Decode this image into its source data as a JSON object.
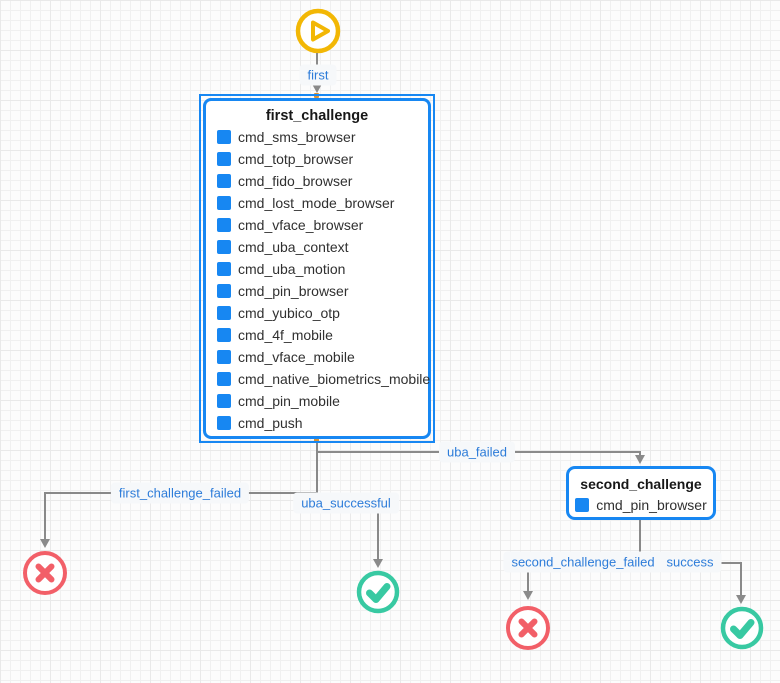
{
  "diagram": {
    "start": {
      "icon": "play-circle-icon",
      "edge_label": "first"
    },
    "nodes": {
      "first_challenge": {
        "title": "first_challenge",
        "selected": true,
        "items": [
          "cmd_sms_browser",
          "cmd_totp_browser",
          "cmd_fido_browser",
          "cmd_lost_mode_browser",
          "cmd_vface_browser",
          "cmd_uba_context",
          "cmd_uba_motion",
          "cmd_pin_browser",
          "cmd_yubico_otp",
          "cmd_4f_mobile",
          "cmd_vface_mobile",
          "cmd_native_biometrics_mobile",
          "cmd_pin_mobile",
          "cmd_push"
        ]
      },
      "second_challenge": {
        "title": "second_challenge",
        "selected": false,
        "items": [
          "cmd_pin_browser"
        ]
      }
    },
    "edge_labels": {
      "first": "first",
      "uba_failed": "uba_failed",
      "uba_successful": "uba_successful",
      "first_challenge_failed": "first_challenge_failed",
      "second_challenge_failed": "second_challenge_failed",
      "success": "success"
    },
    "terminals": {
      "failure_icon": "x-circle",
      "success_icon": "check-circle"
    },
    "colors": {
      "node_border": "#1787f2",
      "item_square": "#1787f2",
      "label_text": "#2d7cd9",
      "label_bg": "#f6f8fa",
      "edge": "#8a8a8a",
      "start_yellow": "#f2b705",
      "failure_red": "#f25f68",
      "success_green": "#38c9a2",
      "grid_line": "#e9e9e9",
      "canvas_bg": "#fcfcfc"
    }
  }
}
